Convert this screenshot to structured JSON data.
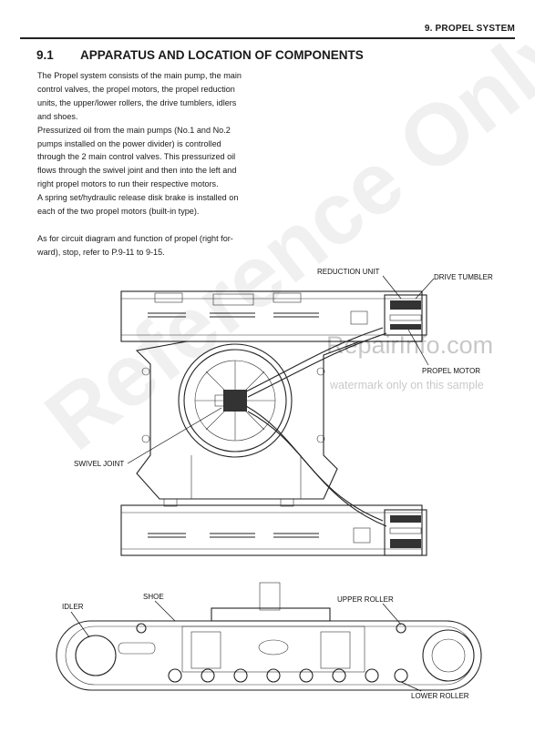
{
  "header": {
    "section": "9. PROPEL SYSTEM"
  },
  "title": {
    "number": "9.1",
    "text": "APPARATUS AND LOCATION OF COMPONENTS"
  },
  "body": {
    "lines": [
      "The Propel system consists of the main pump, the main",
      "control valves, the propel motors, the propel reduction",
      "units, the upper/lower rollers, the drive tumblers, idlers",
      "and shoes.",
      "Pressurized oil from the main pumps (No.1 and No.2",
      "pumps installed on the power divider) is controlled",
      "through the 2 main control valves. This pressurized oil",
      "flows through the swivel joint and then into the left and",
      "right propel motors to run their respective motors.",
      "A spring set/hydraulic release disk brake is installed on",
      "each of the two propel motors (built-in type)."
    ],
    "lines2": [
      "As for circuit diagram and function of propel (right for-",
      "ward), stop, refer to P.9-11 to 9-15."
    ]
  },
  "labels": {
    "reduction_unit": "REDUCTION UNIT",
    "drive_tumbler": "DRIVE TUMBLER",
    "propel_motor": "PROPEL MOTOR",
    "swivel_joint": "SWIVEL JOINT",
    "shoe": "SHOE",
    "idler": "IDLER",
    "upper_roller": "UPPER ROLLER",
    "lower_roller": "LOWER ROLLER"
  },
  "watermark": {
    "big": "Reference Only",
    "site": "RepairInfo.com",
    "note": "watermark only on this sample"
  }
}
